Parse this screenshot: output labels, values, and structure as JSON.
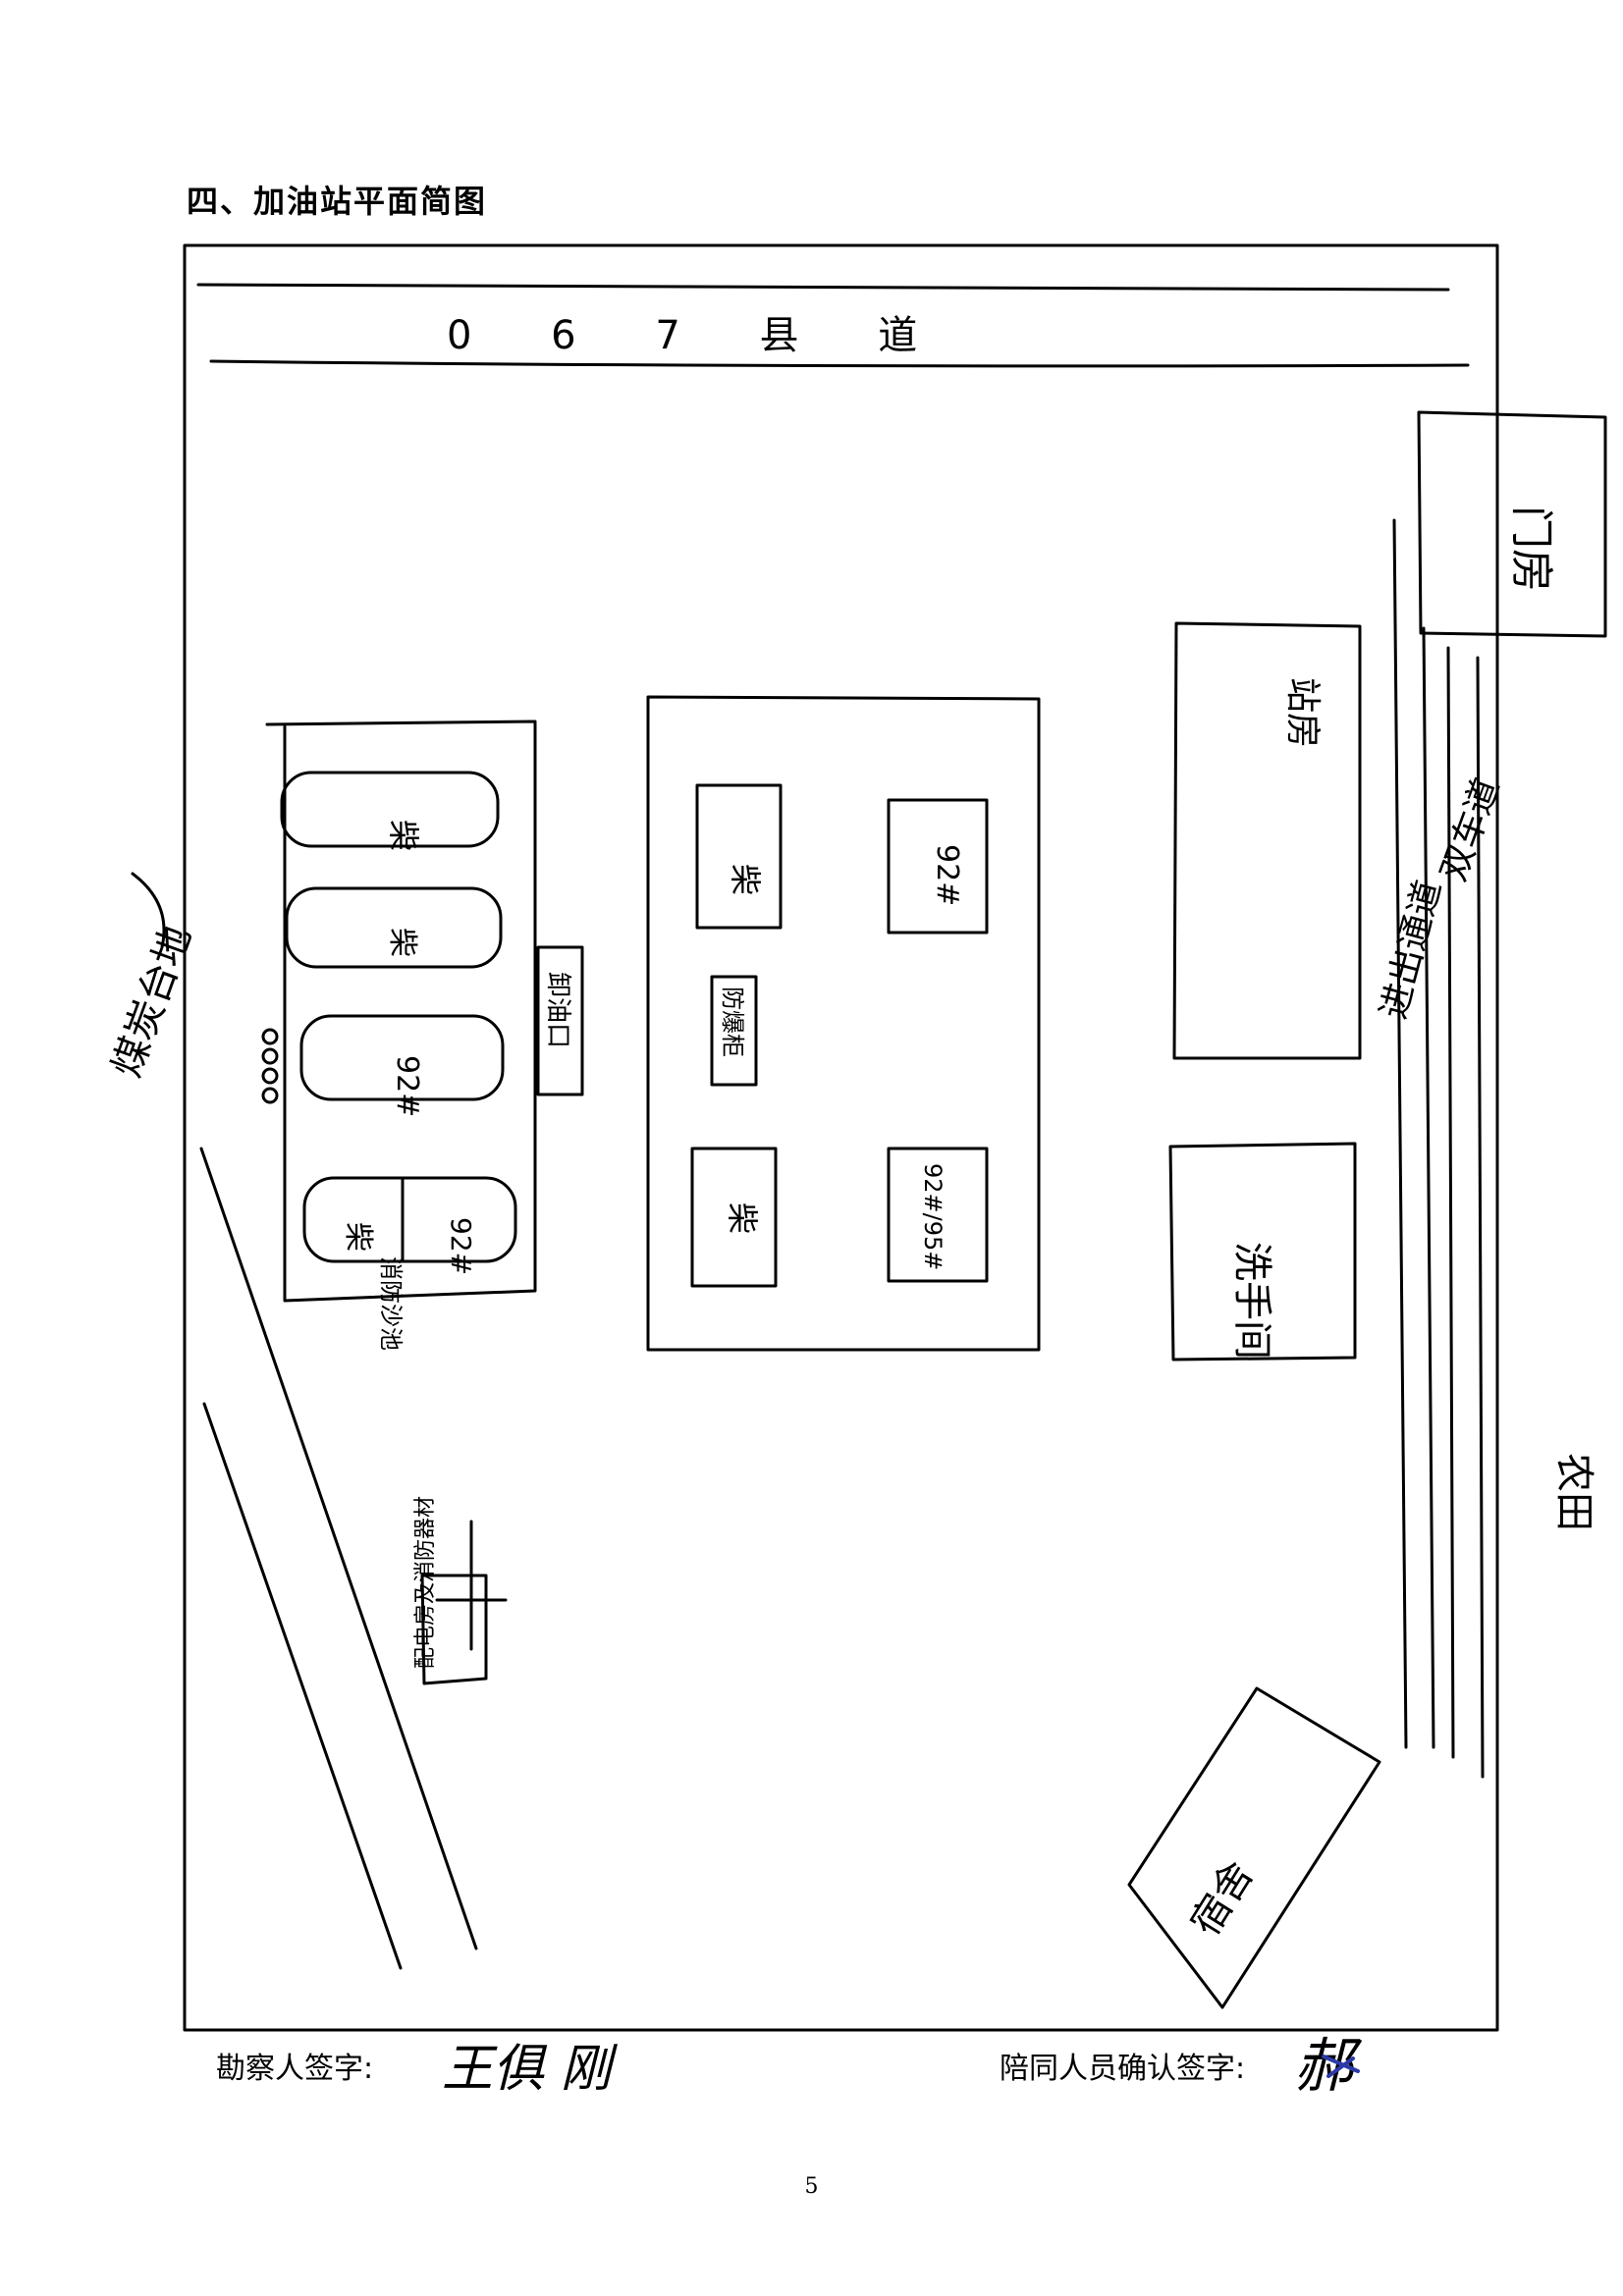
{
  "document": {
    "section_title": "四、加油站平面简图",
    "page_number": "5"
  },
  "signatures": {
    "inspector_label": "勘察人签字:",
    "inspector_signature": "王俱 刚",
    "accompany_label": "陪同人员确认签字:",
    "accompany_signature": "郝"
  },
  "sketch": {
    "road_top": "0 6 7 县 道",
    "right_outer_box": "门房",
    "fuel_tanks": [
      "柴",
      "柴",
      "92#",
      "柴",
      "92#"
    ],
    "oil_discharge_port": "卸油口",
    "fire_sand": "消防沙池",
    "left_label": "煤炭台地",
    "pump_island_labels": [
      "柴",
      "92#",
      "防爆柜",
      "柴",
      "92#/95#"
    ],
    "right_building": "站房",
    "right_lower_building": "洗手间",
    "right_corridor": "进出通道",
    "right_side_label": "双车道",
    "far_right_label": "农田",
    "bottom_building": "宿舍",
    "blue_sign": "配电房及消防器材"
  },
  "colors": {
    "ink": "#000000",
    "stamp": "#2c3aa8"
  }
}
